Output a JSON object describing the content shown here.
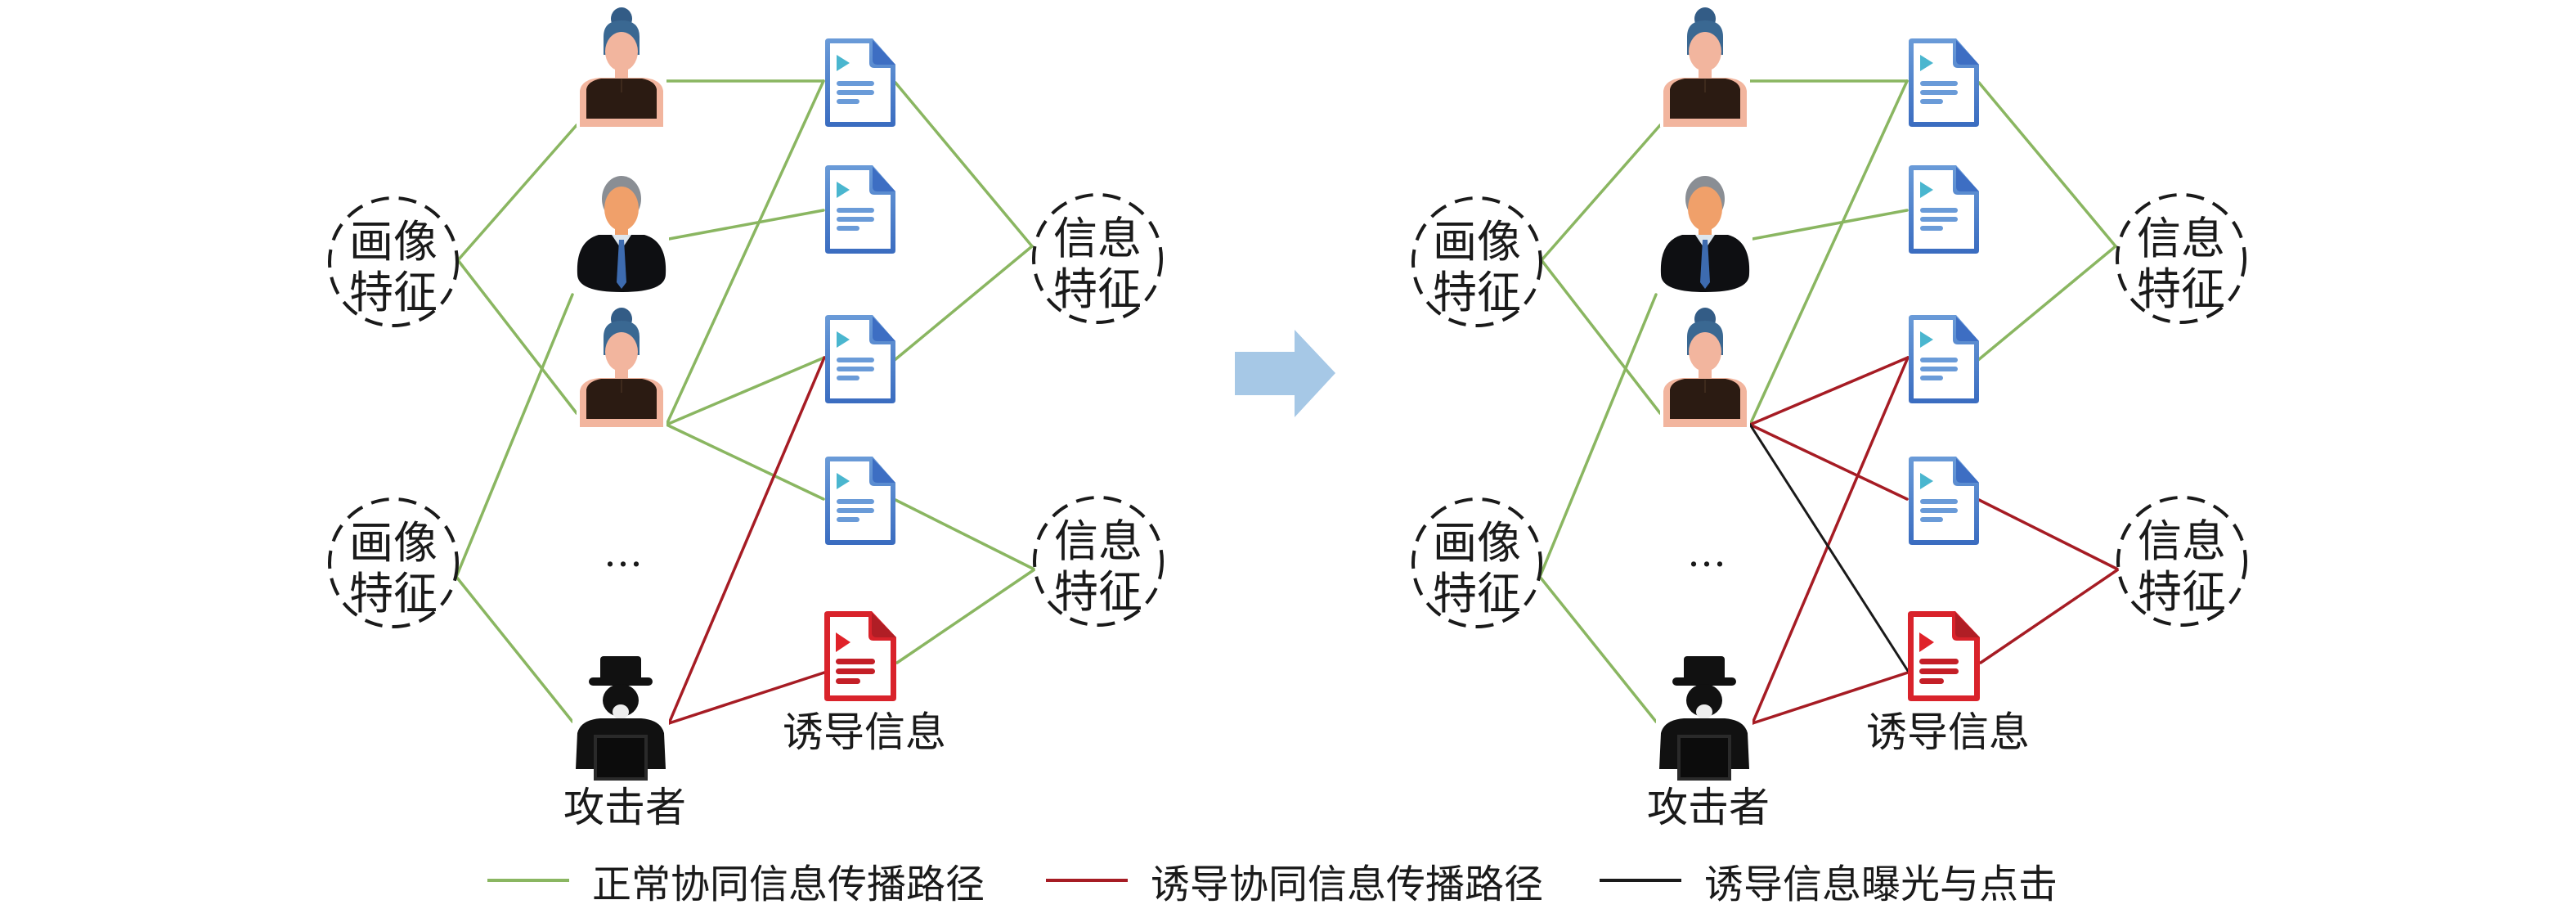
{
  "diagram": {
    "panels": [
      {
        "id": "before",
        "profile_nodes": [
          {
            "label_line1": "画像",
            "label_line2": "特征"
          },
          {
            "label_line1": "画像",
            "label_line2": "特征"
          }
        ],
        "info_nodes": [
          {
            "label_line1": "信息",
            "label_line2": "特征"
          },
          {
            "label_line1": "信息",
            "label_line2": "特征"
          }
        ],
        "users": [
          "woman-user",
          "man-user",
          "woman-user"
        ],
        "ellipsis": "…",
        "attacker_label": "攻击者",
        "lure_doc_label": "诱导信息",
        "edges": [
          {
            "from": "profile1",
            "to": "user1",
            "type": "normal"
          },
          {
            "from": "profile1",
            "to": "user3",
            "type": "normal"
          },
          {
            "from": "profile2",
            "to": "user2",
            "type": "normal"
          },
          {
            "from": "profile2",
            "to": "attacker",
            "type": "normal"
          },
          {
            "from": "user1",
            "to": "doc1",
            "type": "normal"
          },
          {
            "from": "user2",
            "to": "doc2",
            "type": "normal"
          },
          {
            "from": "user3",
            "to": "doc1",
            "type": "normal"
          },
          {
            "from": "user3",
            "to": "doc3",
            "type": "normal"
          },
          {
            "from": "user3",
            "to": "doc4",
            "type": "normal"
          },
          {
            "from": "doc1",
            "to": "info1",
            "type": "normal"
          },
          {
            "from": "doc3",
            "to": "info1",
            "type": "normal"
          },
          {
            "from": "doc4",
            "to": "info2",
            "type": "normal"
          },
          {
            "from": "lure",
            "to": "info2",
            "type": "normal"
          },
          {
            "from": "attacker",
            "to": "doc3",
            "type": "induced"
          },
          {
            "from": "attacker",
            "to": "lure",
            "type": "induced"
          }
        ]
      },
      {
        "id": "after",
        "profile_nodes": [
          {
            "label_line1": "画像",
            "label_line2": "特征"
          },
          {
            "label_line1": "画像",
            "label_line2": "特征"
          }
        ],
        "info_nodes": [
          {
            "label_line1": "信息",
            "label_line2": "特征"
          },
          {
            "label_line1": "信息",
            "label_line2": "特征"
          }
        ],
        "users": [
          "woman-user",
          "man-user",
          "woman-user"
        ],
        "ellipsis": "…",
        "attacker_label": "攻击者",
        "lure_doc_label": "诱导信息",
        "edges": [
          {
            "from": "profile1",
            "to": "user1",
            "type": "normal"
          },
          {
            "from": "profile1",
            "to": "user3",
            "type": "normal"
          },
          {
            "from": "profile2",
            "to": "user2",
            "type": "normal"
          },
          {
            "from": "profile2",
            "to": "attacker",
            "type": "normal"
          },
          {
            "from": "user1",
            "to": "doc1",
            "type": "normal"
          },
          {
            "from": "user2",
            "to": "doc2",
            "type": "normal"
          },
          {
            "from": "user3",
            "to": "doc1",
            "type": "normal"
          },
          {
            "from": "doc1",
            "to": "info1",
            "type": "normal"
          },
          {
            "from": "doc3",
            "to": "info1",
            "type": "normal"
          },
          {
            "from": "user3",
            "to": "doc3",
            "type": "induced"
          },
          {
            "from": "user3",
            "to": "doc4",
            "type": "induced"
          },
          {
            "from": "doc4",
            "to": "info2",
            "type": "induced"
          },
          {
            "from": "lure",
            "to": "info2",
            "type": "induced"
          },
          {
            "from": "attacker",
            "to": "doc3",
            "type": "induced"
          },
          {
            "from": "attacker",
            "to": "lure",
            "type": "induced"
          },
          {
            "from": "user3",
            "to": "lure",
            "type": "exposure"
          }
        ]
      }
    ],
    "transition_arrow": "right-arrow-icon"
  },
  "legend": {
    "items": [
      {
        "type": "normal",
        "label": "正常协同信息传播路径",
        "color": "#8AB661"
      },
      {
        "type": "induced",
        "label": "诱导协同信息传播路径",
        "color": "#A61C24"
      },
      {
        "type": "exposure",
        "label": "诱导信息曝光与点击",
        "color": "#1A1A1A"
      }
    ]
  },
  "colors": {
    "normal_edge": "#8AB661",
    "induced_edge": "#A61C24",
    "exposure_edge": "#1A1A1A",
    "arrow": "#A6C8E6",
    "doc_blue": "#4A7CC7",
    "doc_play": "#4AB6CF",
    "doc_lines": "#6A9BD8",
    "lure_red": "#D9232B"
  }
}
